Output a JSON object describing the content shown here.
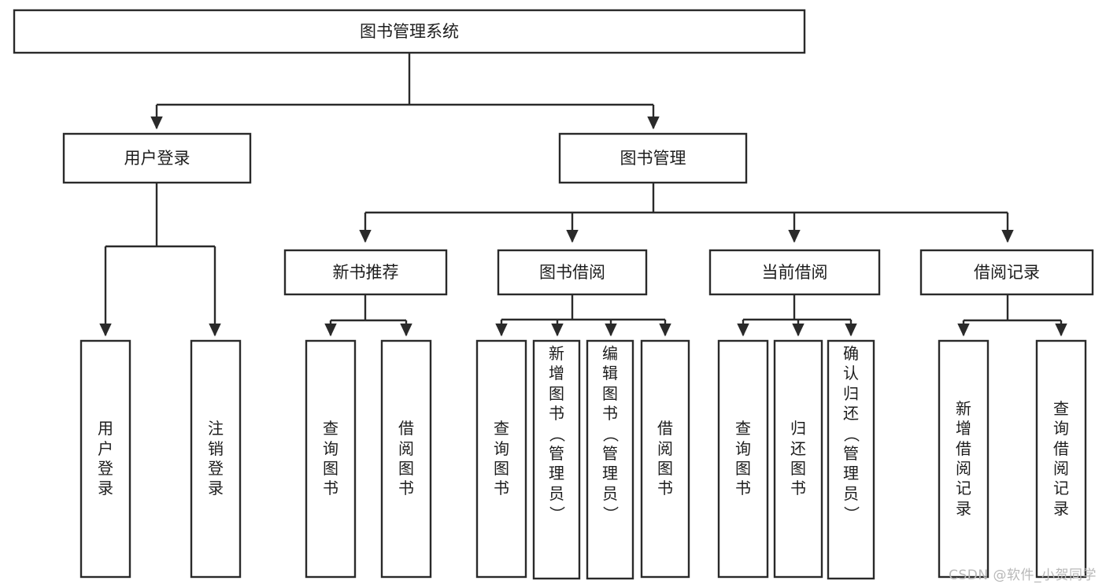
{
  "diagram": {
    "title": "图书管理系统",
    "type": "hierarchy-tree",
    "orientation": "top-down",
    "levels": 4,
    "nodes": {
      "root": {
        "label": "图书管理系统",
        "level": 1
      },
      "level2": [
        {
          "id": "user-login",
          "label": "用户登录"
        },
        {
          "id": "book-manage",
          "label": "图书管理"
        }
      ],
      "level3": [
        {
          "id": "new-book-rec",
          "label": "新书推荐",
          "parent": "book-manage"
        },
        {
          "id": "book-borrow",
          "label": "图书借阅",
          "parent": "book-manage"
        },
        {
          "id": "current-borrow",
          "label": "当前借阅",
          "parent": "book-manage"
        },
        {
          "id": "borrow-record",
          "label": "借阅记录",
          "parent": "book-manage"
        }
      ],
      "leaves": [
        {
          "id": "leaf-user-login",
          "label": "用户登录",
          "parent": "user-login"
        },
        {
          "id": "leaf-logout-login",
          "label": "注销登录",
          "parent": "user-login"
        },
        {
          "id": "leaf-query-book-1",
          "label": "查询图书",
          "parent": "new-book-rec"
        },
        {
          "id": "leaf-borrow-book-1",
          "label": "借阅图书",
          "parent": "new-book-rec"
        },
        {
          "id": "leaf-query-book-2",
          "label": "查询图书",
          "parent": "book-borrow"
        },
        {
          "id": "leaf-add-book",
          "label": "新增图书（管理员）",
          "parent": "book-borrow"
        },
        {
          "id": "leaf-edit-book",
          "label": "编辑图书（管理员）",
          "parent": "book-borrow"
        },
        {
          "id": "leaf-borrow-book-2",
          "label": "借阅图书",
          "parent": "book-borrow"
        },
        {
          "id": "leaf-query-book-3",
          "label": "查询图书",
          "parent": "current-borrow"
        },
        {
          "id": "leaf-return-book",
          "label": "归还图书",
          "parent": "current-borrow"
        },
        {
          "id": "leaf-confirm-return",
          "label": "确认归还（管理员）",
          "parent": "current-borrow"
        },
        {
          "id": "leaf-add-record",
          "label": "新增借阅记录",
          "parent": "borrow-record"
        },
        {
          "id": "leaf-query-record",
          "label": "查询借阅记录",
          "parent": "borrow-record"
        }
      ]
    },
    "colors": {
      "box_stroke": "#2a2a2a",
      "box_fill": "#ffffff",
      "text": "#1d1d1d",
      "connector": "#2a2a2a",
      "background": "#ffffff",
      "watermark": "#b8b8b8"
    }
  },
  "watermark": {
    "text": "CSDN @软件_小贺同学"
  }
}
